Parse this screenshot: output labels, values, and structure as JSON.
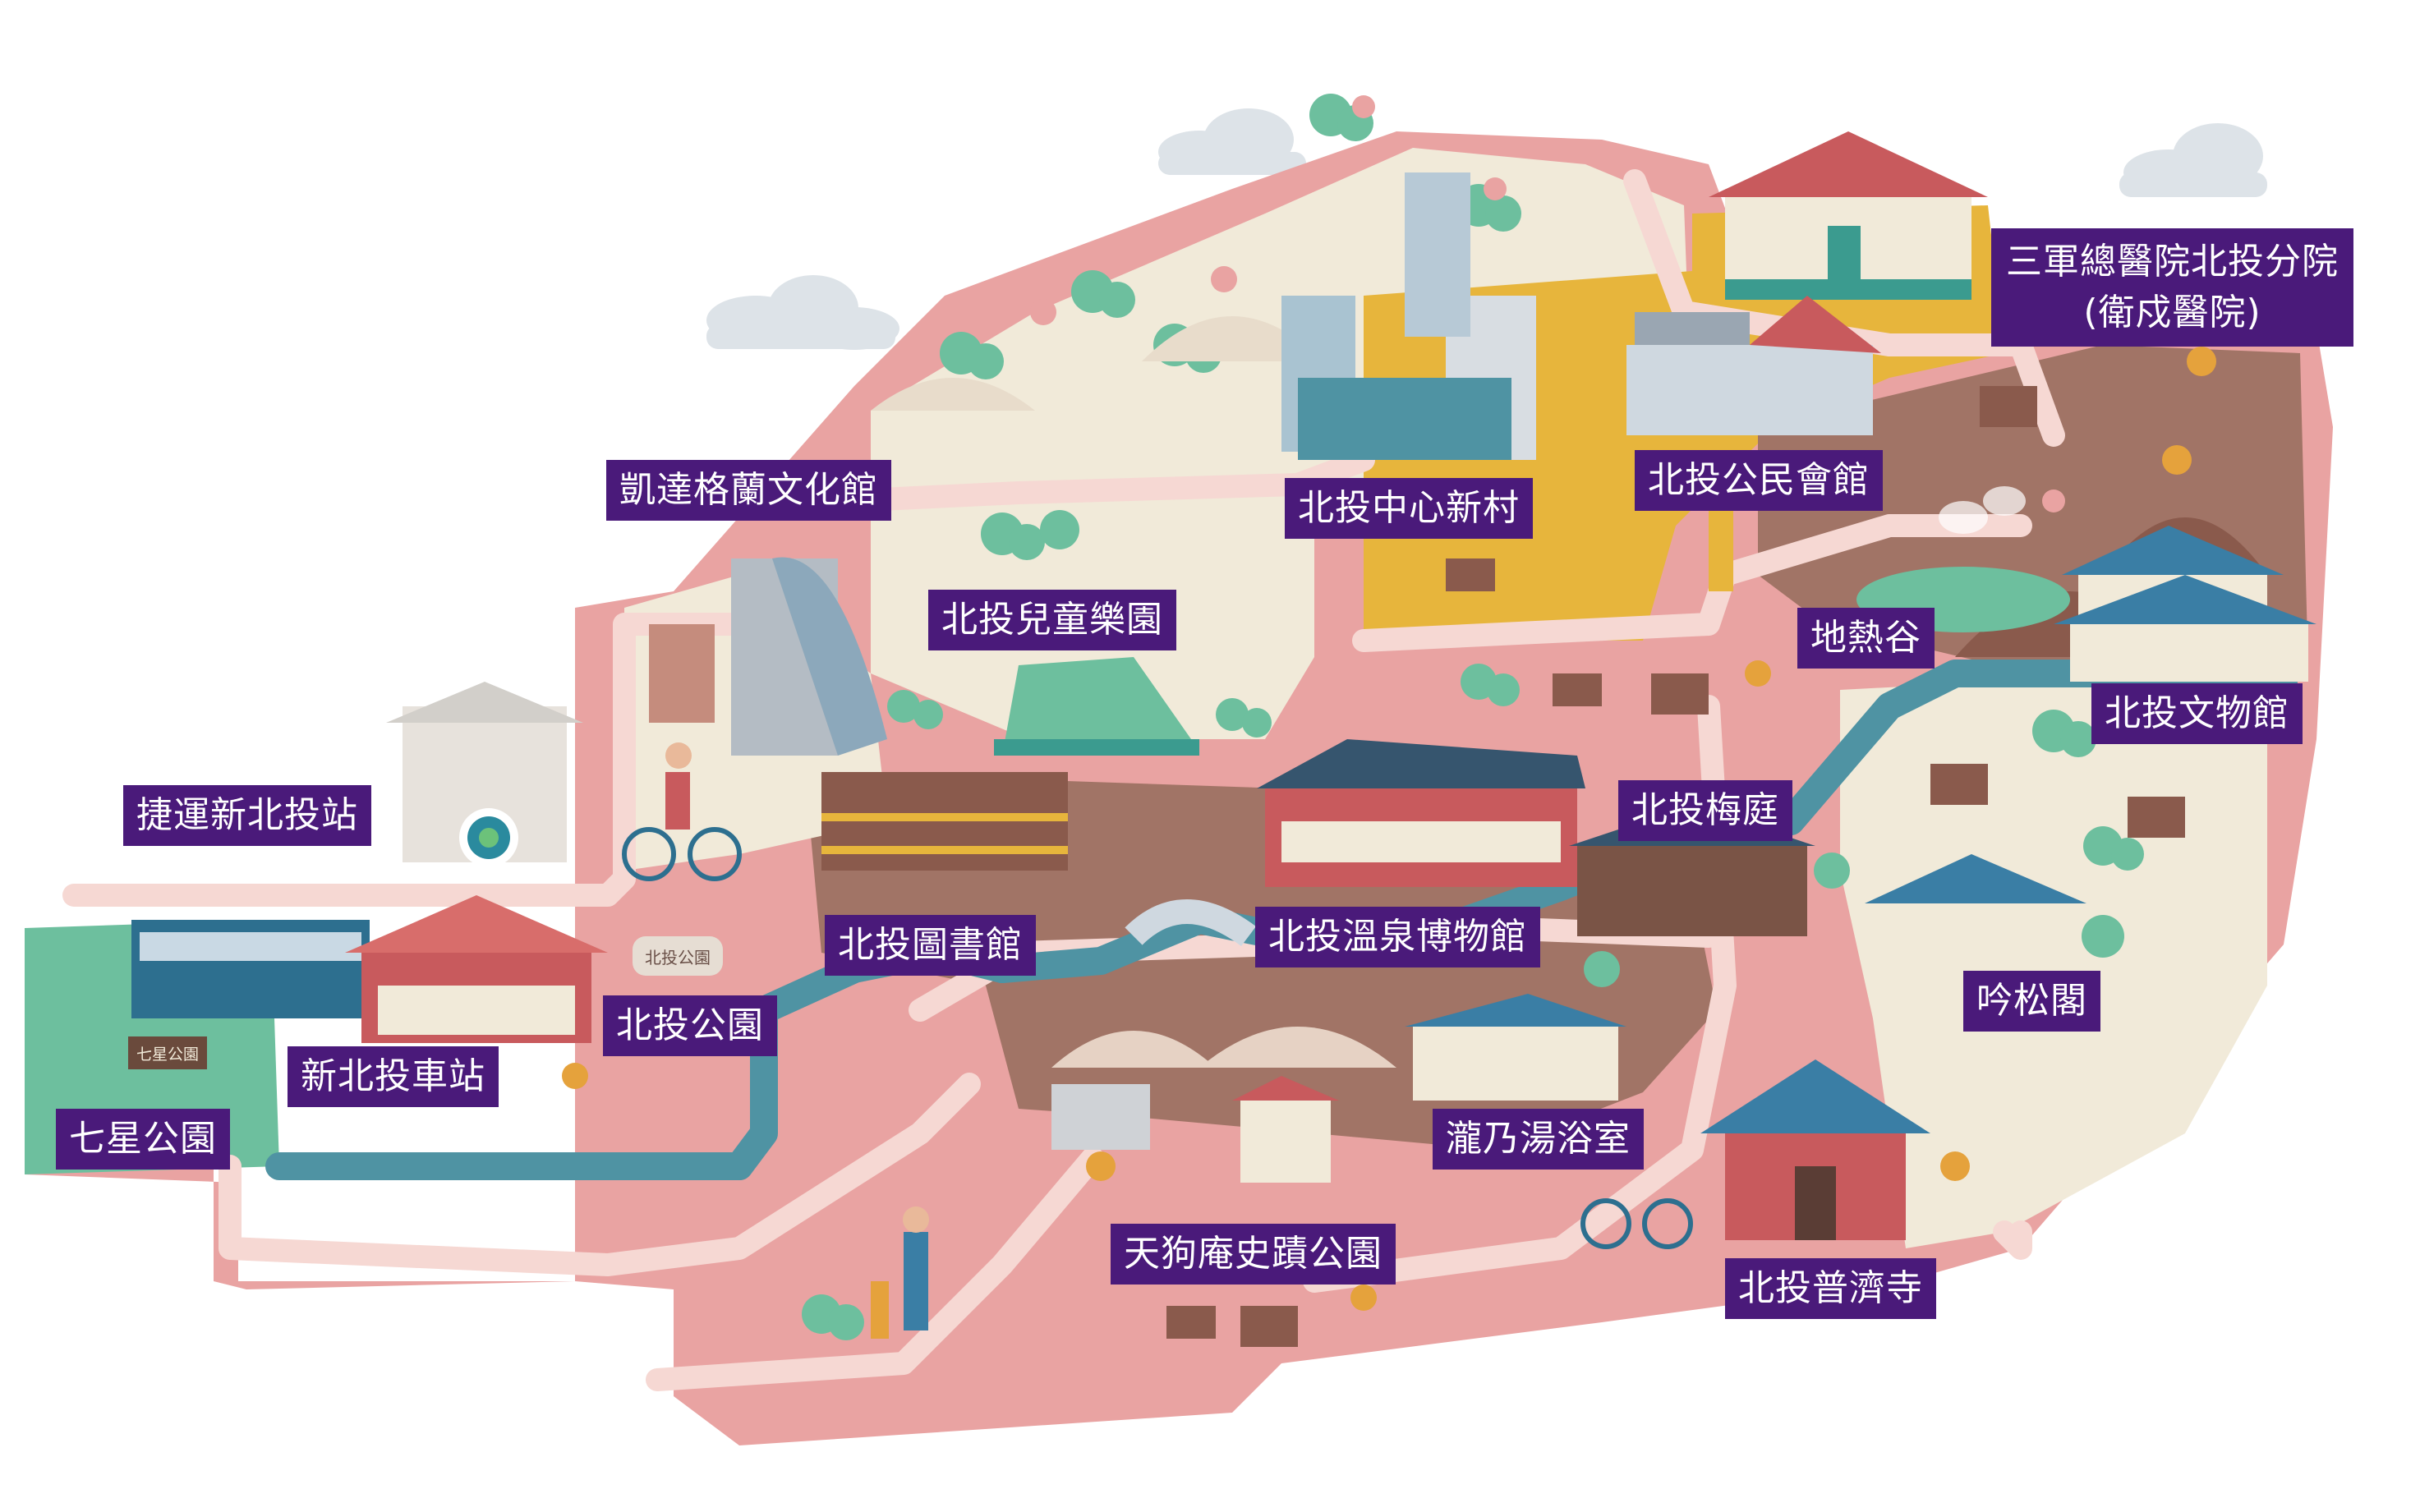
{
  "map": {
    "labels": {
      "sanjun_hospital_line1": "三軍總醫院北投分院",
      "sanjun_hospital_line2": "(衛戍醫院)",
      "ketagalan": "凱達格蘭文化館",
      "zhongxin_village": "北投中心新村",
      "civic_hall": "北投公民會館",
      "childrens_park": "北投兒童樂園",
      "thermal_valley": "地熱谷",
      "museum_of_artifacts": "北投文物館",
      "xinbeitou_mrt": "捷運新北投站",
      "plum_garden": "北投梅庭",
      "library": "北投圖書館",
      "hot_spring_museum": "北投溫泉博物館",
      "beitou_park": "北投公園",
      "yinsongge": "吟松閣",
      "xinbeitou_station": "新北投車站",
      "qixing_park": "七星公園",
      "longnaitang": "瀧乃湯浴室",
      "tiangouan": "天狗庵史蹟公園",
      "puji_temple": "北投普濟寺"
    },
    "signs": {
      "beitou_park_stone": "北投公園",
      "qixing_park_sign": "七星公園"
    },
    "colors": {
      "label_bg": "#4a1a7a",
      "land_pink": "#e9a3a2",
      "road": "#f6d8d3",
      "river": "#4f93a3",
      "hills": "#f1ead9",
      "brown_ground": "#a17466",
      "yellow_zone": "#e7b53c",
      "green_park": "#6dbf9e"
    }
  }
}
